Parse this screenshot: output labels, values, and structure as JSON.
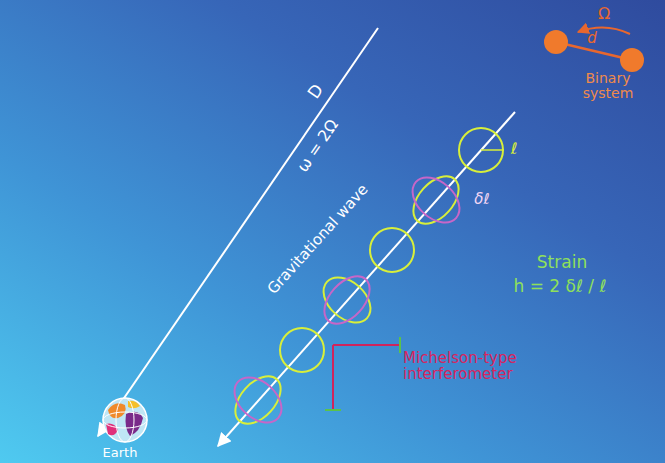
{
  "diagram": {
    "labels": [
      "Ω",
      "d",
      "Binary system",
      "D",
      "ω = 2Ω",
      "Gravitational wave",
      "ℓ",
      "δℓ",
      "Strain",
      "h = 2 δℓ / ℓ",
      "Michelson-type interferometer",
      "Earth"
    ]
  }
}
